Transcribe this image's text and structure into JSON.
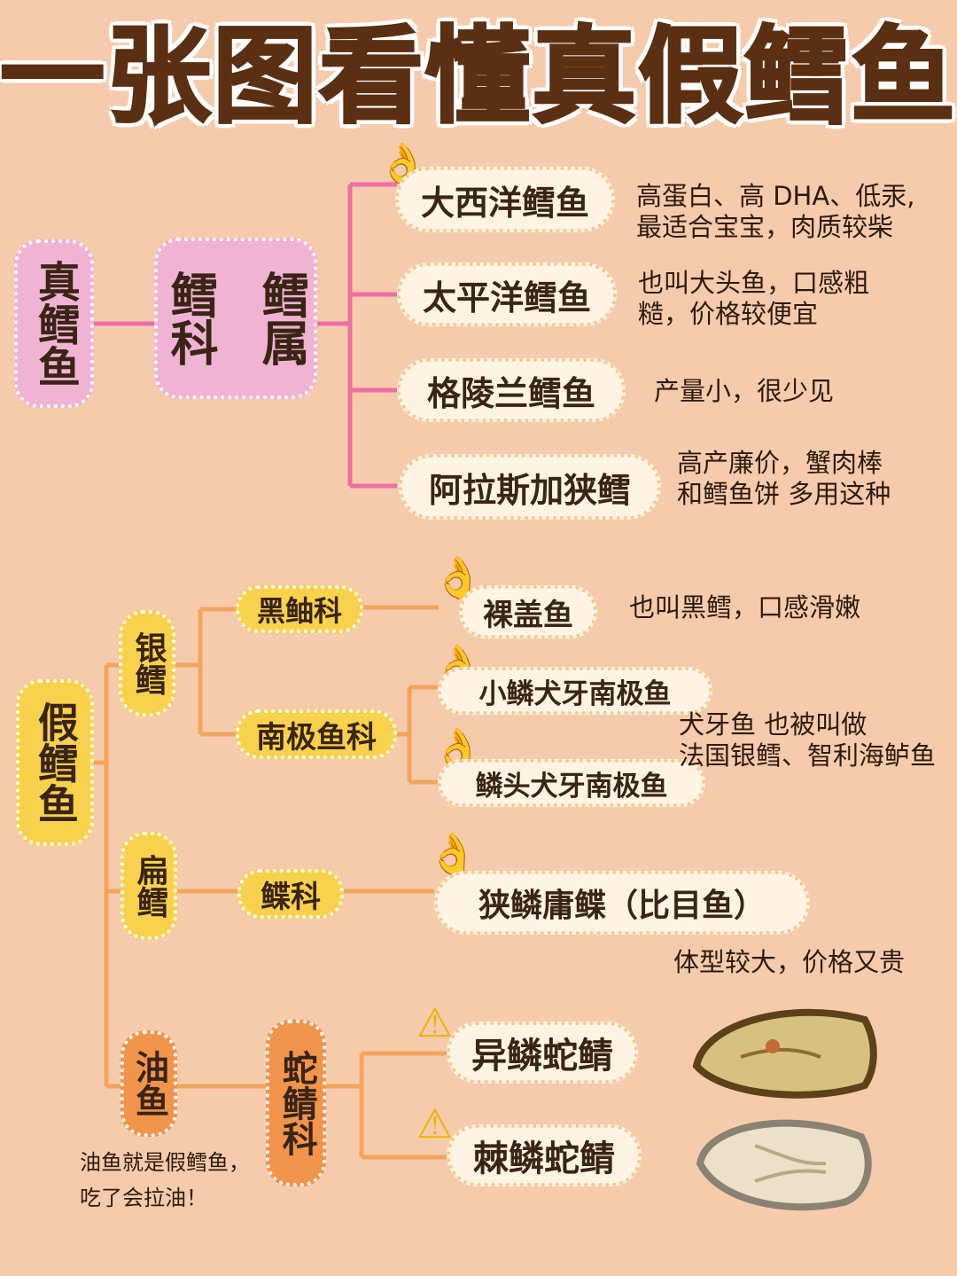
{
  "title": "一张图看懂真假鳕鱼",
  "colors": {
    "background": "#f6cbac",
    "real_branch": "#ee6ea6",
    "fake_branch": "#f2a55e",
    "title_text": "#5a2f12"
  },
  "real": {
    "root": "真鳕鱼",
    "family": "鳕科",
    "genus": "鳕属",
    "species": [
      {
        "name": "大西洋鳕鱼",
        "desc_line1": "高蛋白、高 DHA、低汞,",
        "desc_line2": "最适合宝宝，肉质较柴",
        "icon": "finger-heart-icon"
      },
      {
        "name": "太平洋鳕鱼",
        "desc_line1": "也叫大头鱼，口感粗",
        "desc_line2": "糙，价格较便宜"
      },
      {
        "name": "格陵兰鳕鱼",
        "desc_line1": "产量小，很少见",
        "desc_line2": ""
      },
      {
        "name": "阿拉斯加狭鳕",
        "desc_line1": "高产廉价，蟹肉棒",
        "desc_line2": "和鳕鱼饼 多用这种"
      }
    ]
  },
  "fake": {
    "root": "假鳕鱼",
    "groups": {
      "silver": {
        "label": "银鳕"
      },
      "flat": {
        "label": "扁鳕"
      },
      "oil": {
        "label": "油鱼",
        "note_line1": "油鱼就是假鳕鱼，",
        "note_line2": "吃了会拉油！"
      }
    },
    "families": {
      "black": "黑鲉科",
      "antarctic": "南极鱼科",
      "flounder": "鲽科",
      "snake": "蛇鲭科"
    },
    "species": {
      "sablefish": {
        "name": "裸盖鱼",
        "desc": "也叫黑鳕，口感滑嫩"
      },
      "toothfish1": {
        "name": "小鳞犬牙南极鱼"
      },
      "toothfish2": {
        "name": "鳞头犬牙南极鱼"
      },
      "toothfish_desc_line1": "犬牙鱼 也被叫做",
      "toothfish_desc_line2": "法国银鳕、智利海鲈鱼",
      "halibut": {
        "name": "狭鳞庸鲽（比目鱼）",
        "desc": "体型较大，价格又贵"
      },
      "escolar": {
        "name": "异鳞蛇鲭",
        "icon": "warning-icon"
      },
      "oilfish": {
        "name": "棘鳞蛇鲭",
        "icon": "warning-icon"
      }
    }
  },
  "icons": {
    "hand": "👌",
    "warning": "⚠"
  }
}
